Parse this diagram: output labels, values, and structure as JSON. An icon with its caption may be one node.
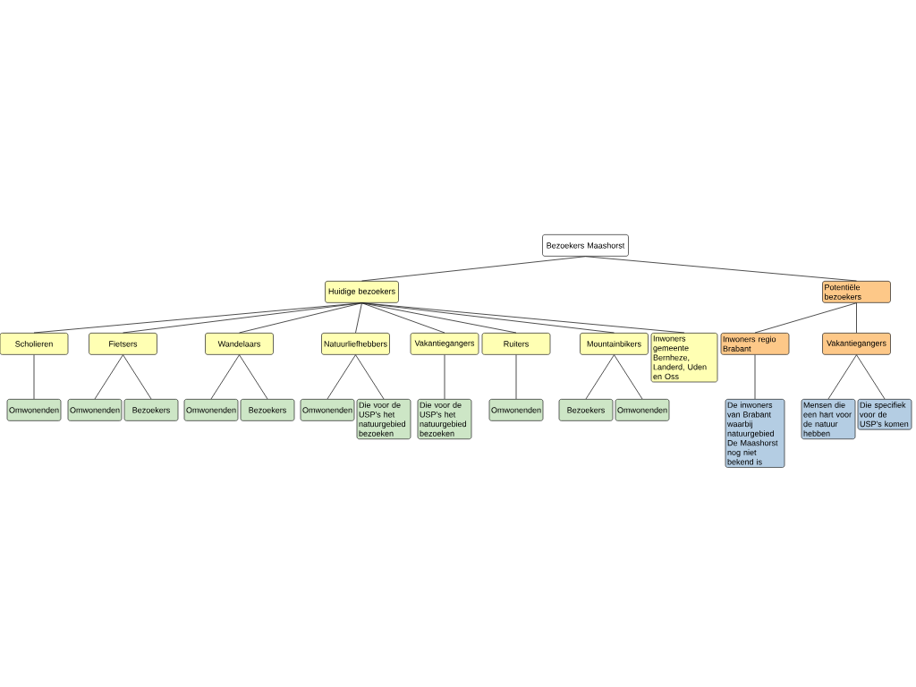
{
  "diagram": {
    "nodes": [
      {
        "text": [
          "Bezoekers Maashorst"
        ]
      },
      {
        "text": [
          "Huidige bezoekers"
        ]
      },
      {
        "text": [
          "Potentiële bezoekers"
        ]
      },
      {
        "text": [
          "Scholieren"
        ]
      },
      {
        "text": [
          "Fietsers"
        ]
      },
      {
        "text": [
          "Wandelaars"
        ]
      },
      {
        "text": [
          "Natuurliefhebbers"
        ]
      },
      {
        "text": [
          "Vakantiegangers"
        ]
      },
      {
        "text": [
          "Ruiters"
        ]
      },
      {
        "text": [
          "Mountainbikers"
        ]
      },
      {
        "text": [
          "Inwoners gemeente Bernheze, Landerd, Uden en Oss"
        ]
      },
      {
        "text": [
          "Inwoners regio Brabant"
        ]
      },
      {
        "text": [
          "Vakantiegangers"
        ]
      },
      {
        "text": [
          "Omwonenden"
        ]
      },
      {
        "text": [
          "Omwonenden"
        ]
      },
      {
        "text": [
          "Bezoekers"
        ]
      },
      {
        "text": [
          "Omwonenden"
        ]
      },
      {
        "text": [
          "Bezoekers"
        ]
      },
      {
        "text": [
          "Omwonenden"
        ]
      },
      {
        "text": [
          "Die voor de USP's het natuurgebied bezoeken"
        ]
      },
      {
        "text": [
          "Die voor de USP's het natuurgebied bezoeken"
        ]
      },
      {
        "text": [
          "Omwonenden"
        ]
      },
      {
        "text": [
          "Bezoekers"
        ]
      },
      {
        "text": [
          "Omwonenden"
        ]
      },
      {
        "text": [
          "De inwoners van Brabant waarbij natuurgebied De Maashorst nog niet bekend is"
        ]
      },
      {
        "text": [
          "Mensen die een hart voor de natuur hebben"
        ]
      },
      {
        "text": [
          "Die specifiek voor de USP's komen"
        ]
      }
    ],
    "edges": [
      {
        "from": 0,
        "to": 1,
        "arrow": "none"
      },
      {
        "from": 0,
        "to": 2,
        "arrow": "none"
      },
      {
        "from": 1,
        "to": 3,
        "arrow": "none"
      },
      {
        "from": 1,
        "to": 4,
        "arrow": "none"
      },
      {
        "from": 1,
        "to": 5,
        "arrow": "none"
      },
      {
        "from": 1,
        "to": 6,
        "arrow": "none"
      },
      {
        "from": 1,
        "to": 7,
        "arrow": "none"
      },
      {
        "from": 1,
        "to": 8,
        "arrow": "none"
      },
      {
        "from": 1,
        "to": 9,
        "arrow": "none"
      },
      {
        "from": 1,
        "to": 10,
        "arrow": "none"
      },
      {
        "from": 2,
        "to": 11,
        "arrow": "none"
      },
      {
        "from": 2,
        "to": 12,
        "arrow": "none"
      },
      {
        "from": 3,
        "to": 13,
        "arrow": "none"
      },
      {
        "from": 4,
        "to": 14,
        "arrow": "none"
      },
      {
        "from": 4,
        "to": 15,
        "arrow": "none"
      },
      {
        "from": 5,
        "to": 16,
        "arrow": "none"
      },
      {
        "from": 5,
        "to": 17,
        "arrow": "none"
      },
      {
        "from": 6,
        "to": 18,
        "arrow": "none"
      },
      {
        "from": 6,
        "to": 19,
        "arrow": "none"
      },
      {
        "from": 7,
        "to": 20,
        "arrow": "none"
      },
      {
        "from": 8,
        "to": 21,
        "arrow": "none"
      },
      {
        "from": 9,
        "to": 22,
        "arrow": "none"
      },
      {
        "from": 9,
        "to": 23,
        "arrow": "none"
      },
      {
        "from": 11,
        "to": 24,
        "arrow": "none"
      },
      {
        "from": 12,
        "to": 25,
        "arrow": "none"
      },
      {
        "from": 12,
        "to": 26,
        "arrow": "none"
      }
    ]
  }
}
